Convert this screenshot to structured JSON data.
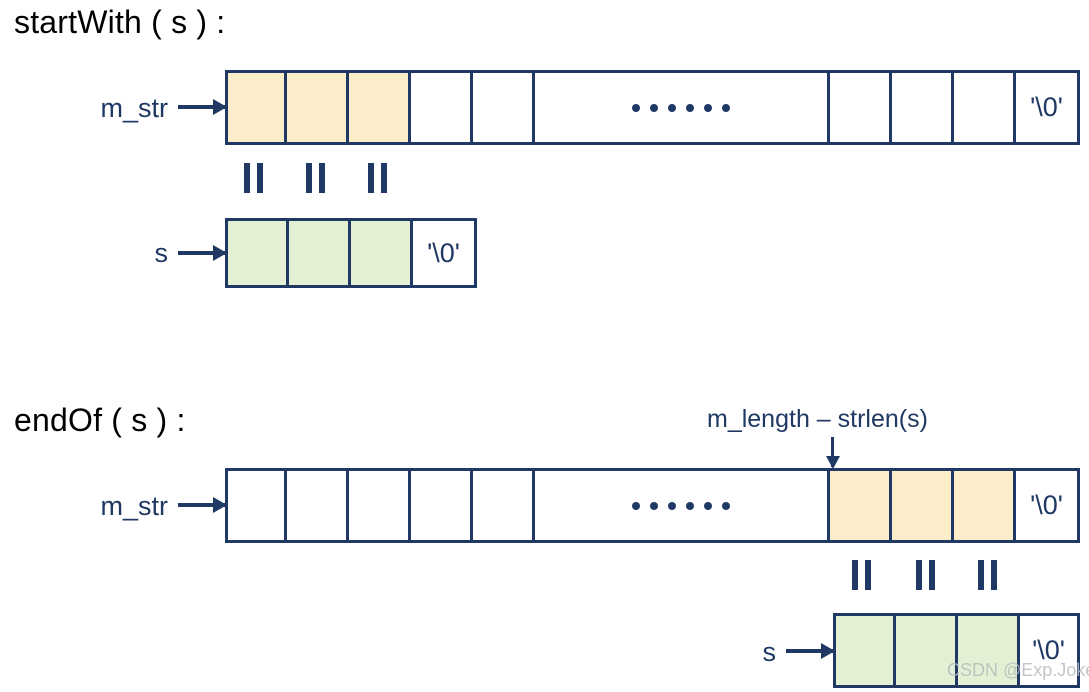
{
  "sections": [
    {
      "title": "startWith ( s ) :",
      "main_array": {
        "pointer_label": "m_str",
        "cells": [
          {
            "fill": "yellow",
            "text": ""
          },
          {
            "fill": "yellow",
            "text": ""
          },
          {
            "fill": "yellow",
            "text": ""
          },
          {
            "fill": "none",
            "text": ""
          },
          {
            "fill": "none",
            "text": ""
          },
          {
            "fill": "none",
            "text": "",
            "dots": true
          },
          {
            "fill": "none",
            "text": ""
          },
          {
            "fill": "none",
            "text": ""
          },
          {
            "fill": "none",
            "text": ""
          },
          {
            "fill": "none",
            "text": "'\\0'"
          }
        ]
      },
      "sub_array": {
        "pointer_label": "s",
        "cells": [
          {
            "fill": "green",
            "text": ""
          },
          {
            "fill": "green",
            "text": ""
          },
          {
            "fill": "green",
            "text": ""
          },
          {
            "fill": "none",
            "text": "'\\0'"
          }
        ]
      },
      "equality_marks": 3,
      "annotation": ""
    },
    {
      "title": "endOf ( s ) :",
      "main_array": {
        "pointer_label": "m_str",
        "cells": [
          {
            "fill": "none",
            "text": ""
          },
          {
            "fill": "none",
            "text": ""
          },
          {
            "fill": "none",
            "text": ""
          },
          {
            "fill": "none",
            "text": ""
          },
          {
            "fill": "none",
            "text": ""
          },
          {
            "fill": "none",
            "text": "",
            "dots": true
          },
          {
            "fill": "yellow",
            "text": ""
          },
          {
            "fill": "yellow",
            "text": ""
          },
          {
            "fill": "yellow",
            "text": ""
          },
          {
            "fill": "none",
            "text": "'\\0'"
          }
        ]
      },
      "sub_array": {
        "pointer_label": "s",
        "cells": [
          {
            "fill": "green",
            "text": ""
          },
          {
            "fill": "green",
            "text": ""
          },
          {
            "fill": "green",
            "text": ""
          },
          {
            "fill": "none",
            "text": "'\\0'"
          }
        ]
      },
      "equality_marks": 3,
      "annotation": "m_length – strlen(s)"
    }
  ],
  "watermark": "CSDN @Exp.Joker",
  "colors": {
    "ink": "#1F3864",
    "yellow_fill": "#FCEDCA",
    "green_fill": "#E3F0D3",
    "title_text": "#000000",
    "watermark_text": "#B9BCBE"
  },
  "dots_count": 6
}
